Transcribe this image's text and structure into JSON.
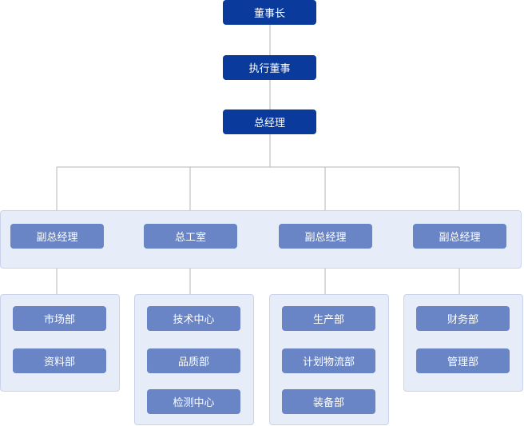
{
  "chairman": "董事长",
  "exec_director": "执行董事",
  "gm": "总经理",
  "level2": [
    "副总经理",
    "总工室",
    "副总经理",
    "副总经理"
  ],
  "groups": [
    [
      "市场部",
      "资料部"
    ],
    [
      "技术中心",
      "品质部",
      "检测中心"
    ],
    [
      "生产部",
      "计划物流部",
      "装备部"
    ],
    [
      "财务部",
      "管理部"
    ]
  ],
  "colors": {
    "top_box": "#0a3a9c",
    "node_box": "#6985c5",
    "panel_bg": "#e6ecf8",
    "line": "#b5b5b5"
  }
}
